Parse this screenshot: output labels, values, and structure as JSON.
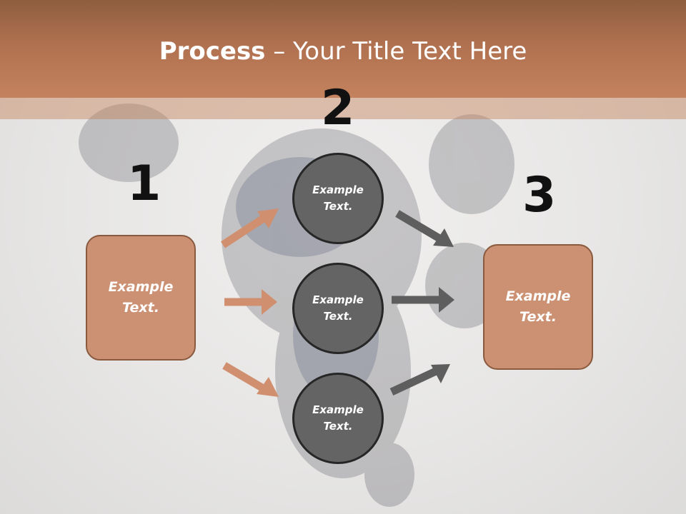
{
  "title": {
    "bold": "Process",
    "rest": " – Your Title Text Here"
  },
  "numbers": [
    "1",
    "2",
    "3"
  ],
  "left_box": {
    "line1": "Example",
    "line2": "Text."
  },
  "right_box": {
    "line1": "Example",
    "line2": "Text."
  },
  "circles": [
    {
      "line1": "Example",
      "line2": "Text."
    },
    {
      "line1": "Example",
      "line2": "Text."
    },
    {
      "line1": "Example",
      "line2": "Text."
    }
  ],
  "colors": {
    "header": "#b07150",
    "box_fill": "#cc9173",
    "box_border": "#8a5a3f",
    "circle_fill": "#646464",
    "circle_border": "#262626",
    "arrow_in": "#d09070",
    "arrow_out": "#5e5e5e",
    "number": "#111111"
  }
}
